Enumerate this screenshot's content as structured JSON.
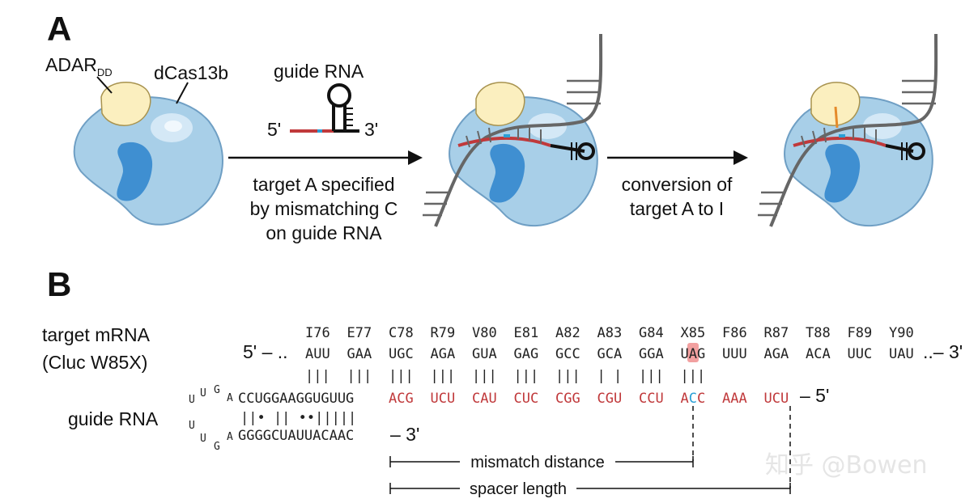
{
  "panelA": {
    "letter": "A",
    "adar_label": "ADAR",
    "adar_sub": "DD",
    "dcas_label": "dCas13b",
    "guide_label": "guide RNA",
    "five_prime": "5'",
    "three_prime": "3'",
    "arrow1_text": [
      "target A specified",
      "by mismatching C",
      "on guide RNA"
    ],
    "arrow2_text": [
      "conversion of",
      "target A to I"
    ]
  },
  "panelB": {
    "letter": "B",
    "target_label": [
      "target mRNA",
      "(Cluc W85X)"
    ],
    "guide_label": "guide RNA",
    "codon_labels": [
      "I76",
      "E77",
      "C78",
      "R79",
      "V80",
      "E81",
      "A82",
      "A83",
      "G84",
      "X85",
      "F86",
      "R87",
      "T88",
      "F89",
      "Y90"
    ],
    "mrna_prefix": "5' – ..",
    "mrna_codons": [
      "AUU",
      "GAA",
      "UGC",
      "AGA",
      "GUA",
      "GAG",
      "GCC",
      "GCA",
      "GGA",
      "UAG",
      "UUU",
      "AGA",
      "ACA",
      "UUC",
      "UAU"
    ],
    "mrna_suffix": "..– 3'",
    "pair_marks": [
      "|||",
      "|||",
      "|||",
      "|||",
      "|||",
      "|||",
      "|||",
      "| |",
      "|||",
      "|||"
    ],
    "guide_stem_top": "CCUGGAAGGUGUUG",
    "guide_spacer": [
      "ACG",
      "UCU",
      "CAU",
      "CUC",
      "CGG",
      "CGU",
      "CCU",
      "ACC",
      "AAA",
      "UCU"
    ],
    "guide_end": "– 5'",
    "stem_pairs": "||• ||  ••|||||",
    "guide_stem_bottom": "GGGGCUAUUACAAC",
    "guide_bottom_end": "– 3'",
    "loop_letters": [
      "U",
      "U",
      "G",
      "A",
      "U",
      "U",
      "G",
      "A"
    ],
    "mismatch_label": "mismatch distance",
    "spacer_label": "spacer length"
  },
  "watermark": "知乎 @Bowen"
}
